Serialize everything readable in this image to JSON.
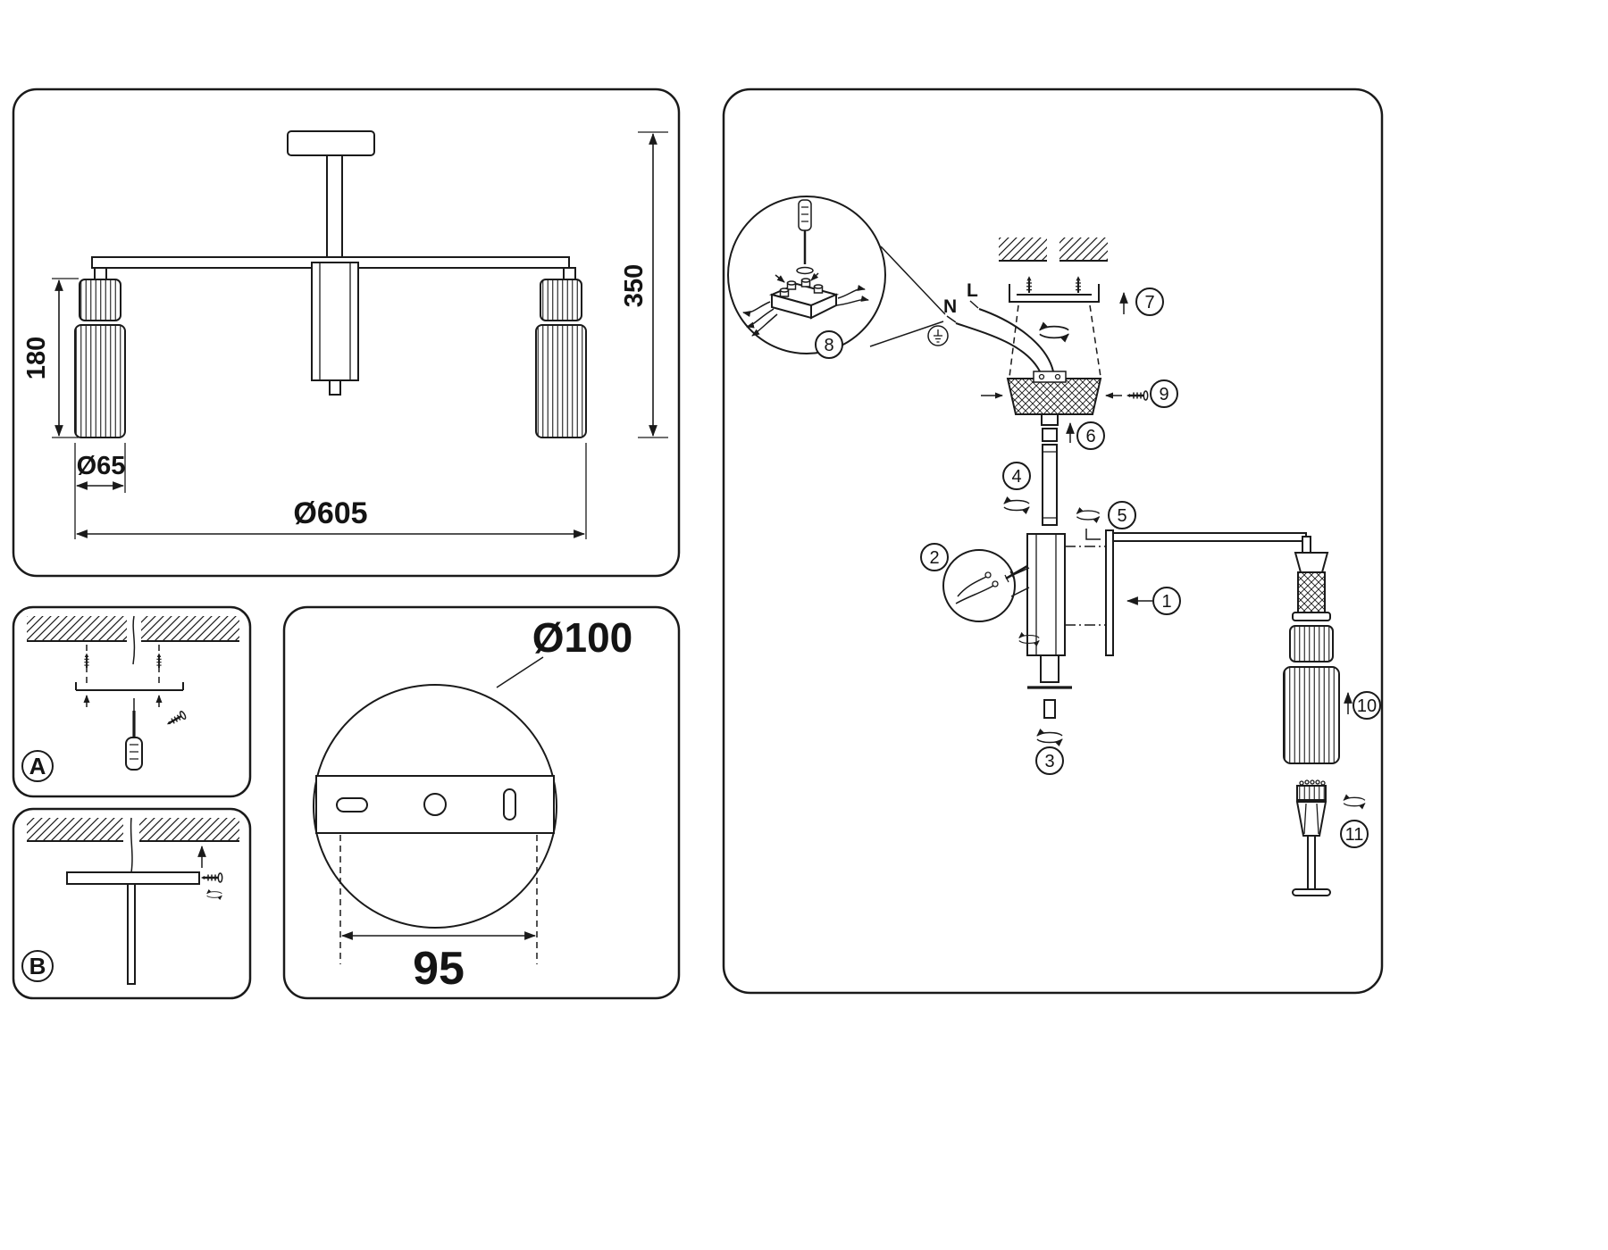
{
  "page": {
    "bg": "#ffffff",
    "ink": "#1a1a1a"
  },
  "dimension_panel": {
    "shade_height": "180",
    "fixture_height": "350",
    "shade_diameter": "Ø65",
    "fixture_diameter": "Ø605"
  },
  "step_panels": {
    "a_label": "A",
    "b_label": "B"
  },
  "plate_panel": {
    "outer_diameter": "Ø100",
    "hole_spacing": "95"
  },
  "assembly_panel": {
    "wire_neutral": "N",
    "wire_live": "L",
    "callouts": [
      "1",
      "2",
      "3",
      "4",
      "5",
      "6",
      "7",
      "8",
      "9",
      "10",
      "11"
    ]
  }
}
